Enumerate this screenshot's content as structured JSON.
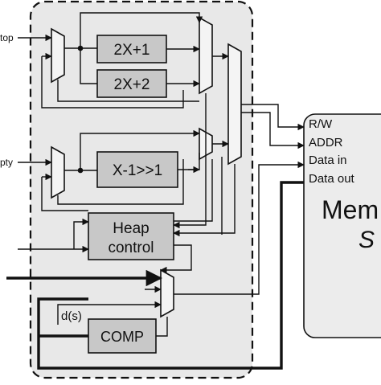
{
  "diagram": {
    "inputs": {
      "top_truncated": "top",
      "empty_truncated": "pty"
    },
    "blocks": {
      "mul_plus_one": "2X+1",
      "mul_plus_two": "2X+2",
      "shift": "X-1>>1",
      "heap_control_line1": "Heap",
      "heap_control_line2": "control",
      "comp": "COMP"
    },
    "signal_ds": "d(s)",
    "memory": {
      "ports": [
        "R/W",
        "ADDR",
        "Data in",
        "Data out"
      ],
      "title_partial": "Mem",
      "subtitle_partial": "S"
    },
    "colors": {
      "panel_fill": "#e8e8e8",
      "block_fill": "#c8c8c8",
      "memory_fill": "#ececec",
      "line": "#111111"
    }
  }
}
